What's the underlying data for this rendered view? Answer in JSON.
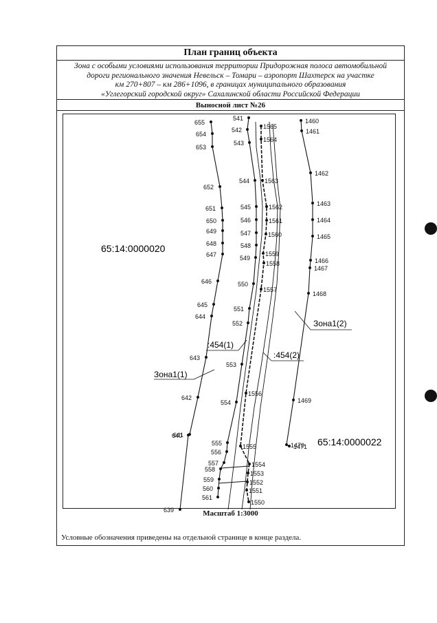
{
  "title": "План границ объекта",
  "description": [
    "Зона с особыми условиями использования территории Придорожная полоса автомобильной",
    "дороги регионального значения Невельск – Томари – аэропорт Шахтерск на участке",
    "км 270+807 – км 286+1096, в границах муниципального образования",
    "«Углегорский городской округ» Сахалинской области Российской Федерации"
  ],
  "sheet": "Выносной лист №26",
  "scale": "Масштаб 1:3000",
  "legend_note": "Условные обозначения приведены на отдельной странице в конце раздела.",
  "parcels": {
    "left": "65:14:0000020",
    "right": "65:14:0000022"
  },
  "callouts": {
    "zone_left": "Зона1(1)",
    "zone_right": "Зона1(2)",
    "road_left": ":454(1)",
    "road_right": ":454(2)"
  },
  "points": {
    "left_boundary": [
      "655",
      "654",
      "653",
      "652",
      "651",
      "650",
      "649",
      "648",
      "647",
      "646",
      "645",
      "644",
      "643",
      "642",
      "641",
      "640",
      "639"
    ],
    "road_left": [
      "541",
      "542",
      "543",
      "544",
      "545",
      "546",
      "547",
      "548",
      "549",
      "550",
      "551",
      "552",
      "553",
      "554",
      "555",
      "556",
      "557",
      "558",
      "559",
      "560",
      "561"
    ],
    "road_center": [
      "1565",
      "1564",
      "1563",
      "1562",
      "1561",
      "1560",
      "1559",
      "1558",
      "1557",
      "1556",
      "1555",
      "1554",
      "1553",
      "1552",
      "1551",
      "1550"
    ],
    "right_boundary": [
      "1460",
      "1461",
      "1462",
      "1463",
      "1464",
      "1465",
      "1466",
      "1467",
      "1468",
      "1469",
      "1470",
      "1471"
    ]
  }
}
